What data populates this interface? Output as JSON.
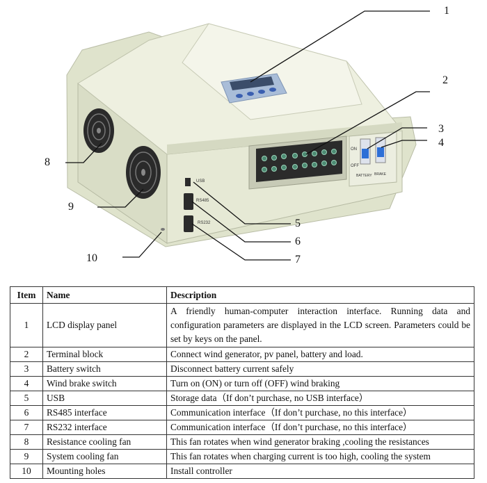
{
  "figure": {
    "callouts": [
      "1",
      "2",
      "3",
      "4",
      "5",
      "6",
      "7",
      "8",
      "9",
      "10"
    ],
    "panel_labels": {
      "usb": "USB",
      "rs485": "RS485",
      "rs232": "RS232",
      "on": "ON",
      "off": "OFF",
      "battery": "BATTERY",
      "brake": "BRAKE"
    },
    "colors": {
      "housing": "#e9ecd9",
      "housing_shadow": "#cfd3bd",
      "lcd_frame": "#a9bdd8",
      "lcd_screen": "#3b4d6a",
      "fan": "#2a2a2a",
      "switch": "#2d6fd6"
    }
  },
  "table": {
    "headers": [
      "Item",
      "Name",
      "Description"
    ],
    "rows": [
      {
        "item": "1",
        "name": "LCD display panel",
        "description": "A friendly human-computer interaction interface. Running data and configuration parameters are displayed in the LCD screen. Parameters could be set by keys on the panel."
      },
      {
        "item": "2",
        "name": "Terminal block",
        "description": "Connect wind generator, pv panel, battery and load."
      },
      {
        "item": "3",
        "name": "Battery switch",
        "description": "Disconnect battery current safely"
      },
      {
        "item": "4",
        "name": "Wind brake switch",
        "description": "Turn on (ON) or turn off (OFF) wind braking"
      },
      {
        "item": "5",
        "name": "USB",
        "description": "Storage data（If don’t purchase, no USB interface）"
      },
      {
        "item": "6",
        "name": "RS485 interface",
        "description": "Communication interface（If don’t purchase, no this interface）"
      },
      {
        "item": "7",
        "name": "RS232 interface",
        "description": "Communication interface（If don’t purchase, no this interface）"
      },
      {
        "item": "8",
        "name": "Resistance cooling fan",
        "description": "This fan rotates when wind generator braking ,cooling the resistances"
      },
      {
        "item": "9",
        "name": "System cooling fan",
        "description": "This fan rotates when charging current is too high, cooling the system"
      },
      {
        "item": "10",
        "name": "Mounting holes",
        "description": "Install controller"
      }
    ]
  }
}
